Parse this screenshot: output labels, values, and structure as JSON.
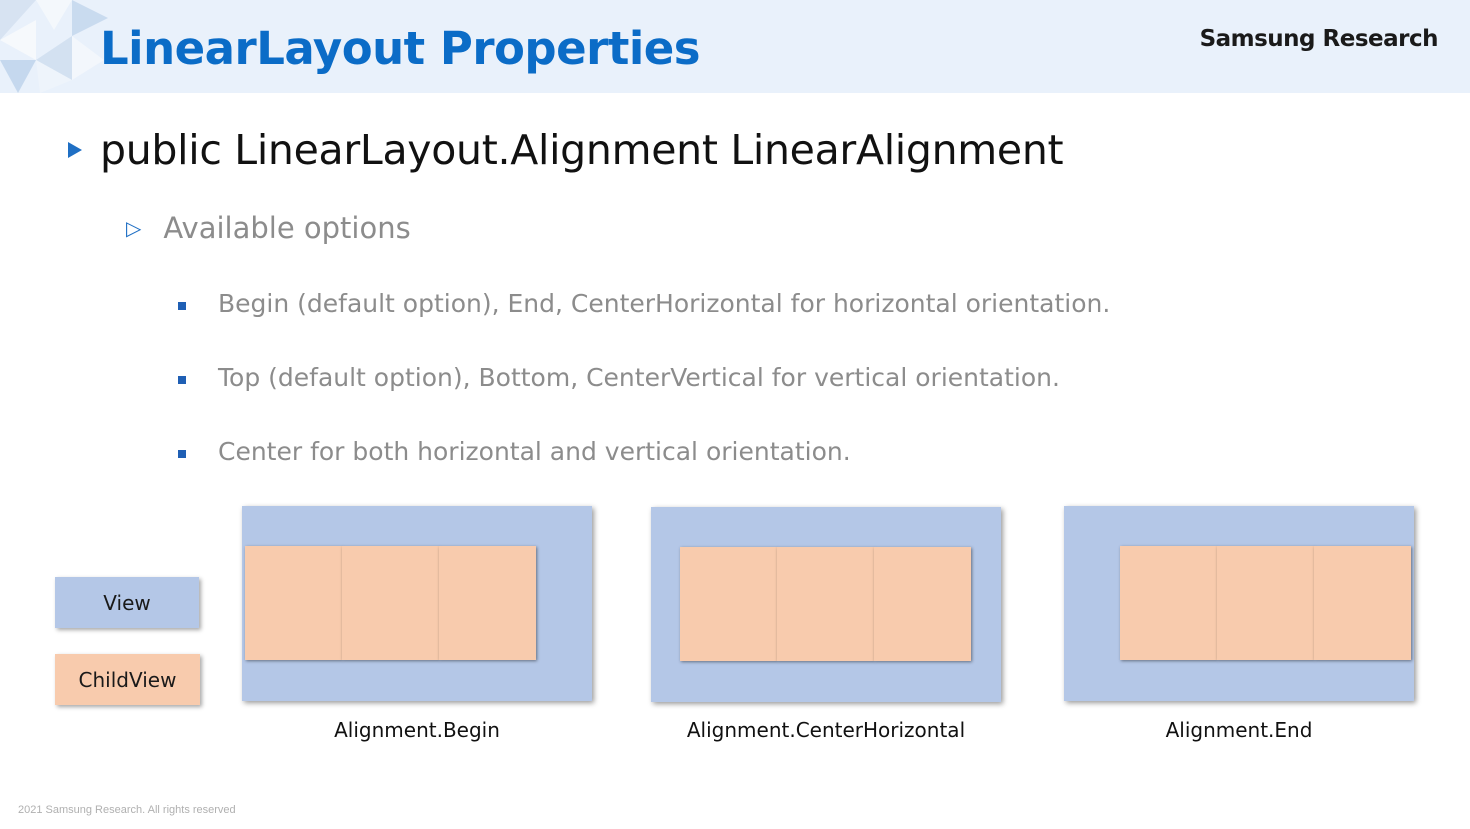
{
  "header": {
    "title": "LinearLayout Properties",
    "brand": "Samsung Research"
  },
  "content": {
    "level1": "public LinearLayout.Alignment LinearAlignment",
    "level2": "Available options",
    "level3": [
      "Begin (default option), End, CenterHorizontal for horizontal orientation.",
      "Top (default option), Bottom, CenterVertical for vertical orientation.",
      "Center for both horizontal and vertical orientation."
    ]
  },
  "legend": {
    "view": "View",
    "child_view": "ChildView"
  },
  "diagrams": [
    {
      "caption": "Alignment.Begin"
    },
    {
      "caption": "Alignment.CenterHorizontal"
    },
    {
      "caption": "Alignment.End"
    }
  ],
  "colors": {
    "title": "#0b6cc7",
    "view": "#b4c7e7",
    "child_view": "#f8cbad",
    "bullet": "#1f6fc4"
  },
  "footer": "2021 Samsung Research. All rights reserved"
}
